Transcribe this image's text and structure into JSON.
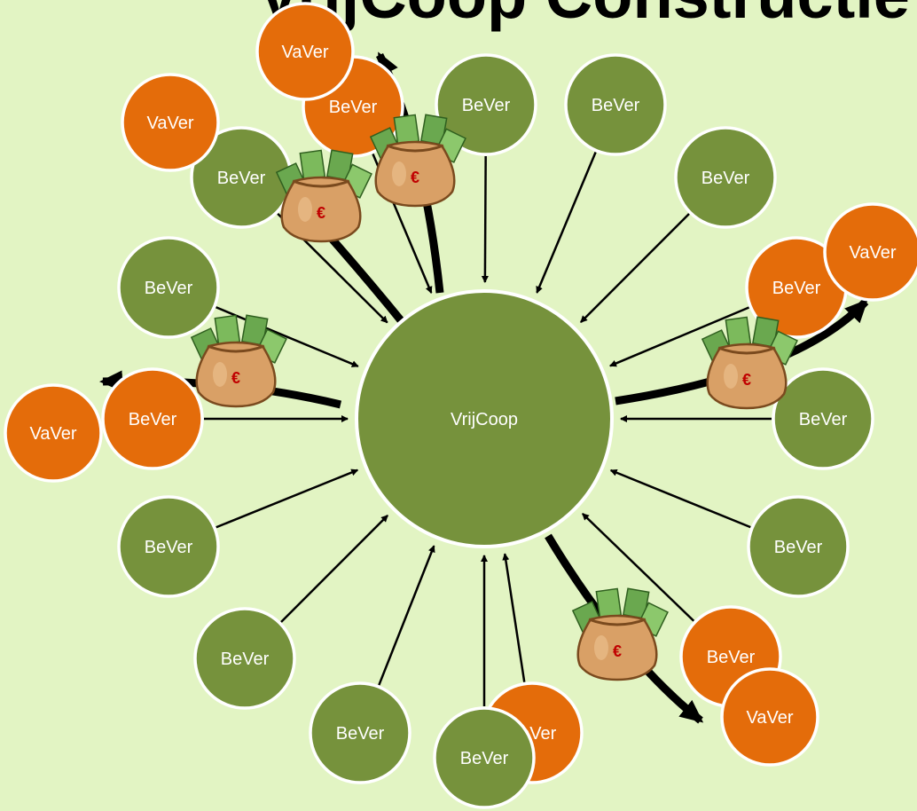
{
  "title": "VrijCoop Constructie",
  "center": {
    "label": "VrijCoop",
    "color": "#76923c"
  },
  "colors": {
    "member": "#76923c",
    "exit": "#e46c0a",
    "stroke": "#ffffff",
    "background": "#e2f4c3",
    "arrow": "#000000",
    "bag": "#d9a066",
    "euro": "#c00000",
    "cash": "#6aa84f"
  },
  "bever_label": "BeVer",
  "vaver_label": "VaVer",
  "bag_symbol": "€",
  "members": [
    {
      "label": "BeVer",
      "status": "member"
    },
    {
      "label": "BeVer",
      "status": "member"
    },
    {
      "label": "BeVer",
      "status": "member"
    },
    {
      "label": "BeVer",
      "status": "leaving"
    },
    {
      "label": "BeVer",
      "status": "member"
    },
    {
      "label": "BeVer",
      "status": "member"
    },
    {
      "label": "BeVer",
      "status": "leaving"
    },
    {
      "label": "BeVer",
      "status": "member"
    },
    {
      "label": "BeVer",
      "status": "member"
    },
    {
      "label": "BeVer",
      "status": "member"
    },
    {
      "label": "BeVer",
      "status": "member"
    },
    {
      "label": "BeVer",
      "status": "member"
    },
    {
      "label": "BeVer",
      "status": "leaving"
    },
    {
      "label": "BeVer",
      "status": "member"
    },
    {
      "label": "BeVer",
      "status": "leaving"
    },
    {
      "label": "BeVer",
      "status": "leaving"
    }
  ],
  "exits": [
    {
      "label": "VaVer"
    },
    {
      "label": "VaVer"
    },
    {
      "label": "VaVer"
    },
    {
      "label": "VaVer"
    },
    {
      "label": "VaVer"
    }
  ],
  "payouts": 5
}
